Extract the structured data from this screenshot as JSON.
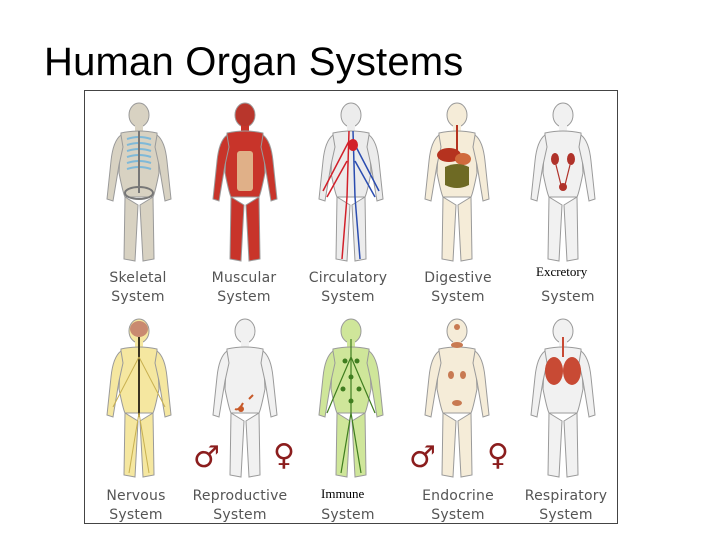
{
  "slide": {
    "title": "Human Organ Systems"
  },
  "systems": [
    {
      "key": "skeletal",
      "line1": "Skeletal",
      "line2": "System",
      "body_color": "#d8d2c2",
      "accent": "#7fb9d8"
    },
    {
      "key": "muscular",
      "line1": "Muscular",
      "line2": "System",
      "body_color": "#c8342a",
      "accent": "#e0b088"
    },
    {
      "key": "circulatory",
      "line1": "Circulatory",
      "line2": "System",
      "body_color": "#ececec",
      "accent": "#d2202a",
      "accent2": "#2b4db0"
    },
    {
      "key": "digestive",
      "line1": "Digestive",
      "line2": "System",
      "body_color": "#f5ecd8",
      "accent": "#b5321f"
    },
    {
      "key": "excretory",
      "line1": "Excretory",
      "line2": "System",
      "body_color": "#f1f1f1",
      "accent": "#b0322a"
    },
    {
      "key": "nervous",
      "line1": "Nervous",
      "line2": "System",
      "body_color": "#f5e7a0",
      "accent": "#3a3320"
    },
    {
      "key": "reproductive",
      "line1": "Reproductive",
      "line2": "System",
      "body_color": "#f1f1f1",
      "accent": "#c75a2a"
    },
    {
      "key": "immune",
      "line1": "Immune",
      "line2": "System",
      "body_color": "#cfe69a",
      "accent": "#3f7d1f"
    },
    {
      "key": "endocrine",
      "line1": "Endocrine",
      "line2": "System",
      "body_color": "#f5ecd8",
      "accent": "#c87a52"
    },
    {
      "key": "respiratory",
      "line1": "Respiratory",
      "line2": "System",
      "body_color": "#f1f1f1",
      "accent": "#c84a34"
    }
  ],
  "symbols": {
    "male": "♂",
    "female": "♀",
    "color": "#8b1d1d"
  }
}
